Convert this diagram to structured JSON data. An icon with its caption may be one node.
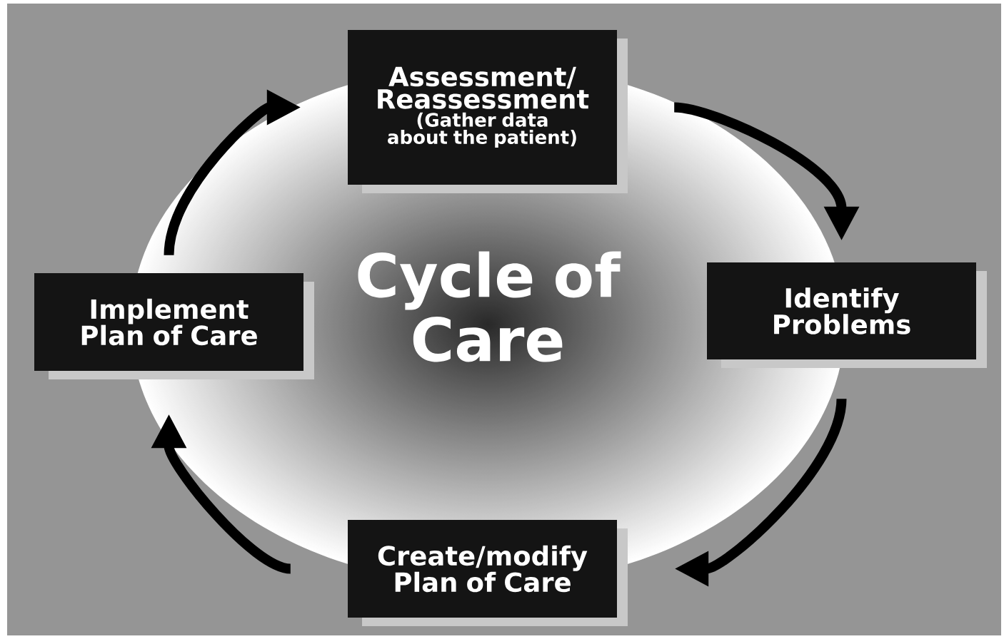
{
  "diagram": {
    "title": "Cycle of Care",
    "nodes": [
      {
        "text": [
          "Assessment/ Reassessment",
          "(Gather data about the patient)"
        ]
      },
      {
        "text": [
          "Identify Problems"
        ]
      },
      {
        "text": [
          "Create/modify Plan of Care"
        ]
      },
      {
        "text": [
          "Implement Plan of Care"
        ]
      }
    ],
    "edges": [
      {
        "from": 0,
        "to": 1,
        "arrow": "to"
      },
      {
        "from": 1,
        "to": 2,
        "arrow": "to"
      },
      {
        "from": 2,
        "to": 3,
        "arrow": "to"
      },
      {
        "from": 3,
        "to": 0,
        "arrow": "to"
      }
    ]
  }
}
